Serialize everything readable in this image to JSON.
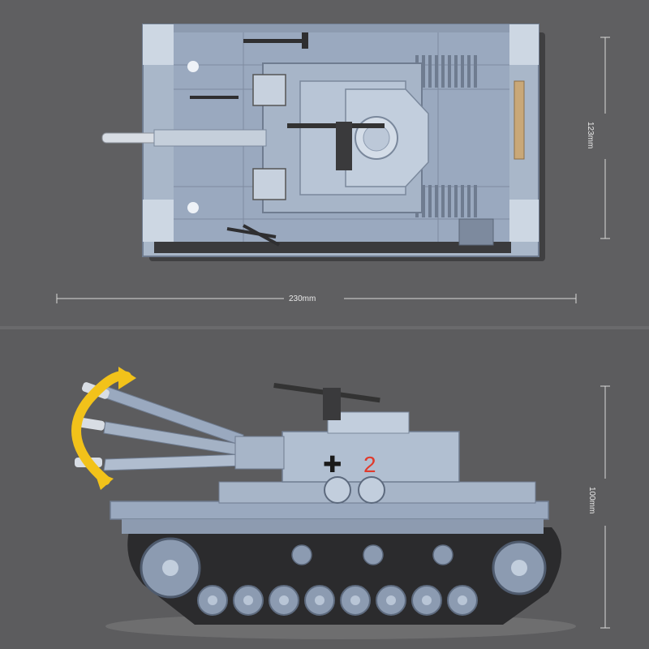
{
  "dimensions": {
    "top_width": "230mm",
    "top_height": "123mm",
    "side_height": "100mm"
  },
  "markings": {
    "cross": "✚",
    "number": "2"
  },
  "colors": {
    "background": "#5e5e60",
    "tank_body": "#9aa9bf",
    "tank_light": "#b8c5d6",
    "tank_dark": "#6f7c90",
    "tracks": "#2b2b2d",
    "arrow": "#f2c21a",
    "accent_tan": "#c9a878",
    "marking_red": "#e03a2c"
  },
  "icons": {
    "rotation_arrow": "curved-double-arrow-icon"
  }
}
